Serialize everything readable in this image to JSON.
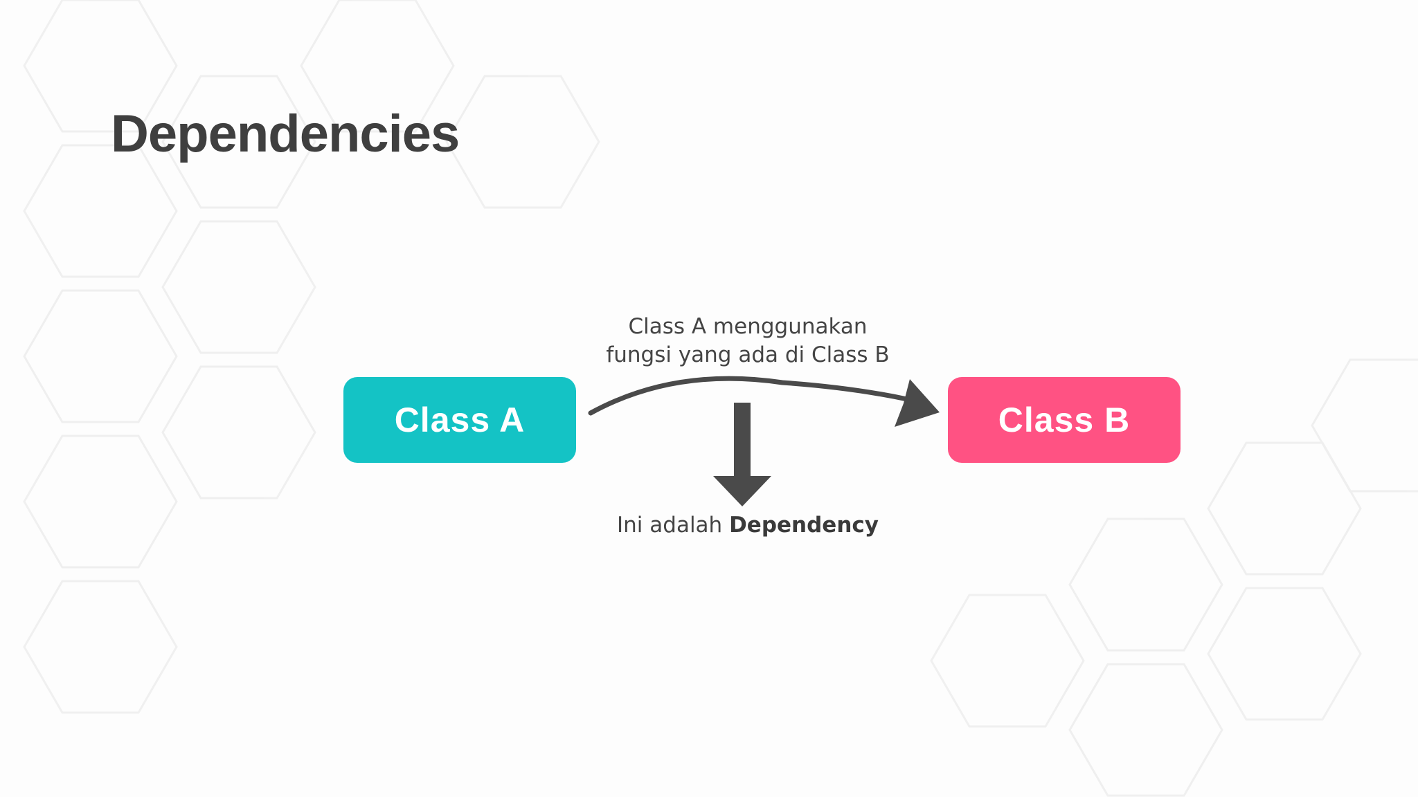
{
  "slide": {
    "title": "Dependencies"
  },
  "diagram": {
    "class_a": {
      "label": "Class A",
      "color": "#14c3c5"
    },
    "class_b": {
      "label": "Class B",
      "color": "#ff5283"
    },
    "relation_caption": {
      "line1": "Class A menggunakan",
      "line2": "fungsi yang ada di Class B"
    },
    "dependency_caption": {
      "prefix": "Ini adalah",
      "emphasis": "Dependency"
    },
    "arrow_color": "#4a4a4a"
  }
}
